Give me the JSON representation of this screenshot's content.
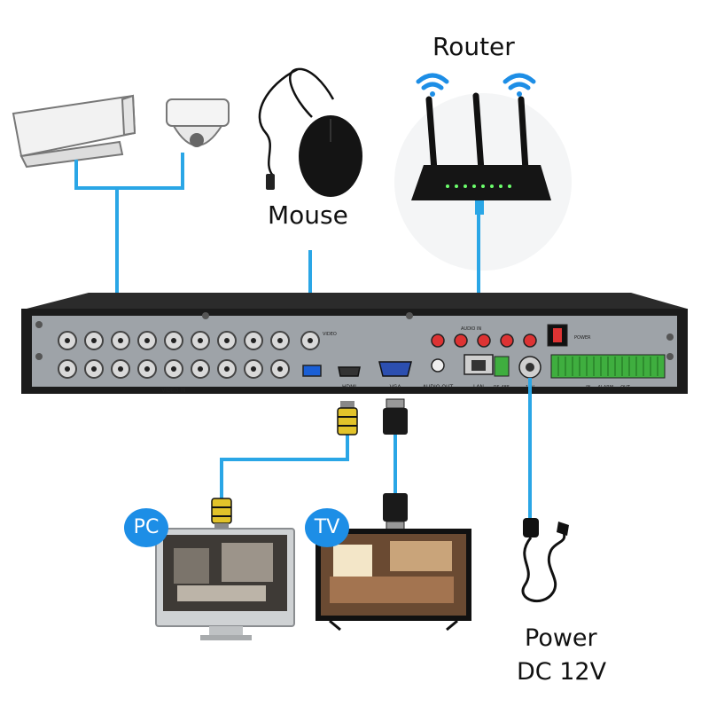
{
  "labels": {
    "router": "Router",
    "mouse": "Mouse",
    "power": "Power",
    "power_sub": "DC 12V",
    "pc": "PC",
    "tv": "TV"
  },
  "panel": {
    "video_in": "VIDEO IN",
    "video_out": "VIDEO",
    "hdmi": "HDMI",
    "vga": "VGA",
    "audio_out": "AUDIO OUT",
    "audio_in": "AUDIO IN",
    "lan": "LAN",
    "rs485": "RS-485",
    "dc12v": "12V",
    "power_switch": "POWER",
    "alarm": "IN — ALARM — OUT"
  },
  "colors": {
    "cable": "#2aa6e6",
    "badge": "#1d8ee6",
    "dvr_body": "#1b1b1b",
    "panel": "#9ea3a8",
    "alarm_terminal": "#3fae3f",
    "router_body": "#151515"
  },
  "icons": [
    "bullet-camera-icon",
    "dome-camera-icon",
    "mouse-icon",
    "router-icon",
    "wifi-icon",
    "monitor-icon",
    "tv-icon",
    "hdmi-connector-icon",
    "vga-connector-icon",
    "power-cord-icon"
  ]
}
